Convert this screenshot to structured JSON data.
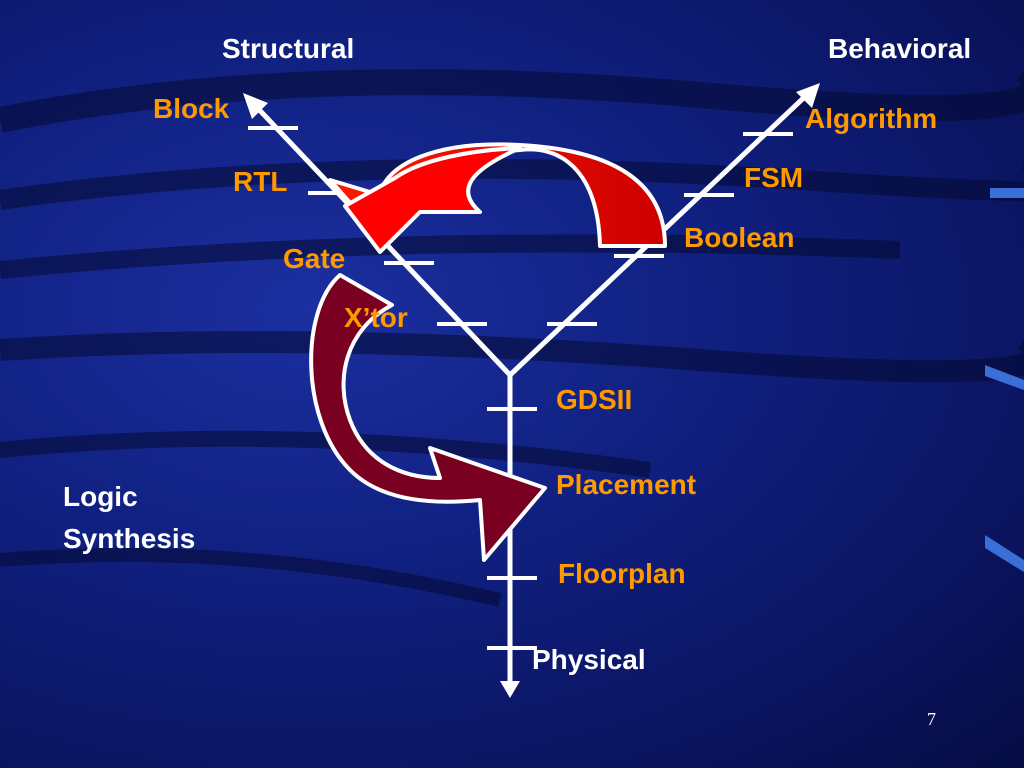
{
  "slide": {
    "axis_labels": {
      "structural": "Structural",
      "behavioral": "Behavioral",
      "physical": "Physical"
    },
    "structural_levels": [
      "Block",
      "RTL",
      "Gate",
      "X’tor"
    ],
    "behavioral_levels": [
      "Algorithm",
      "FSM",
      "Boolean"
    ],
    "physical_levels": [
      "GDSII",
      "Placement",
      "Floorplan"
    ],
    "annotation": [
      "Logic",
      "Synthesis"
    ],
    "page_number": "7",
    "colors": {
      "label_orange": "#FF9900",
      "label_white": "#FFFFFF",
      "arrow_red": "#FF0000",
      "arrow_dark_red": "#7A0022",
      "background": "#0A1460"
    }
  }
}
